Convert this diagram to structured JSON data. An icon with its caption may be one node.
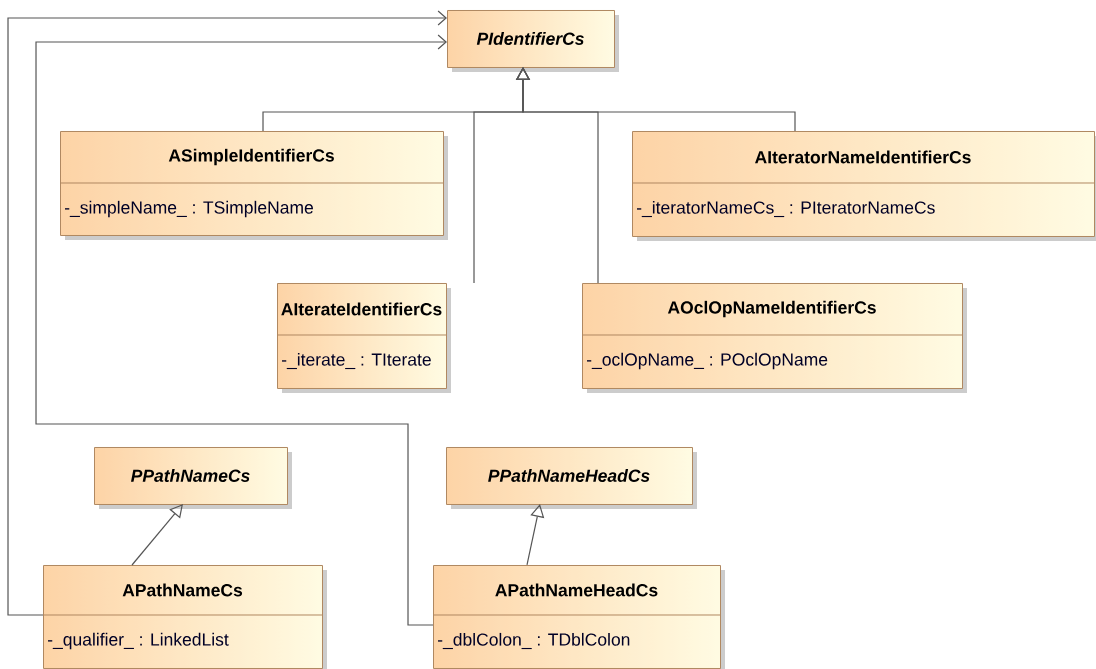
{
  "diagram": {
    "nodes": [
      {
        "text": [
          "PIdentifierCs"
        ]
      },
      {
        "text": [
          "ASimpleIdentifierCs",
          "-_simpleName_ : TSimpleName"
        ]
      },
      {
        "text": [
          "AIteratorNameIdentifierCs",
          "-_iteratorNameCs_ : PIteratorNameCs"
        ]
      },
      {
        "text": [
          "AIterateIdentifierCs",
          "-_iterate_ : TIterate"
        ]
      },
      {
        "text": [
          "AOclOpNameIdentifierCs",
          "-_oclOpName_ : POclOpName"
        ]
      },
      {
        "text": [
          "PPathNameCs"
        ]
      },
      {
        "text": [
          "PPathNameHeadCs"
        ]
      },
      {
        "text": [
          "APathNameCs",
          "-_qualifier_ : LinkedList"
        ]
      },
      {
        "text": [
          "APathNameHeadCs",
          "-_dblColon_ : TDblColon"
        ]
      }
    ],
    "edges": [
      {
        "from": 1,
        "to": 0,
        "arrow": "to"
      },
      {
        "from": 3,
        "to": 0,
        "arrow": "to"
      },
      {
        "from": 4,
        "to": 0,
        "arrow": "to"
      },
      {
        "from": 2,
        "to": 0,
        "arrow": "to"
      },
      {
        "from": 7,
        "to": 5,
        "arrow": "to"
      },
      {
        "from": 8,
        "to": 6,
        "arrow": "to"
      },
      {
        "from": 7,
        "to": 0,
        "arrow": "to"
      },
      {
        "from": 8,
        "to": 0,
        "arrow": "to"
      }
    ]
  }
}
